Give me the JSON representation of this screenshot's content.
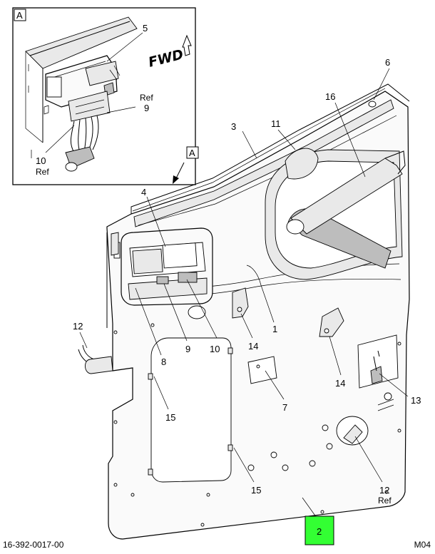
{
  "document": {
    "number": "16-392-0017-00",
    "sheet": "M04"
  },
  "detail": {
    "letter": "A",
    "fwd_label": "FWD"
  },
  "view_marker": {
    "letter": "A"
  },
  "callouts": {
    "c1": "1",
    "c2": "2",
    "c3": "3",
    "c4": "4",
    "c5": "5",
    "c6": "6",
    "c7": "7",
    "c8": "8",
    "c9": "9",
    "c9_detail": "9",
    "c10": "10",
    "c10_detail": "10",
    "c11": "11",
    "c12": "12",
    "c12_ref": "12",
    "c13": "13",
    "c14a": "14",
    "c14b": "14",
    "c15a": "15",
    "c15b": "15",
    "c16": "16",
    "ref": "Ref"
  },
  "colors": {
    "highlight": "#33ff33",
    "line": "#000000",
    "background": "#ffffff"
  }
}
